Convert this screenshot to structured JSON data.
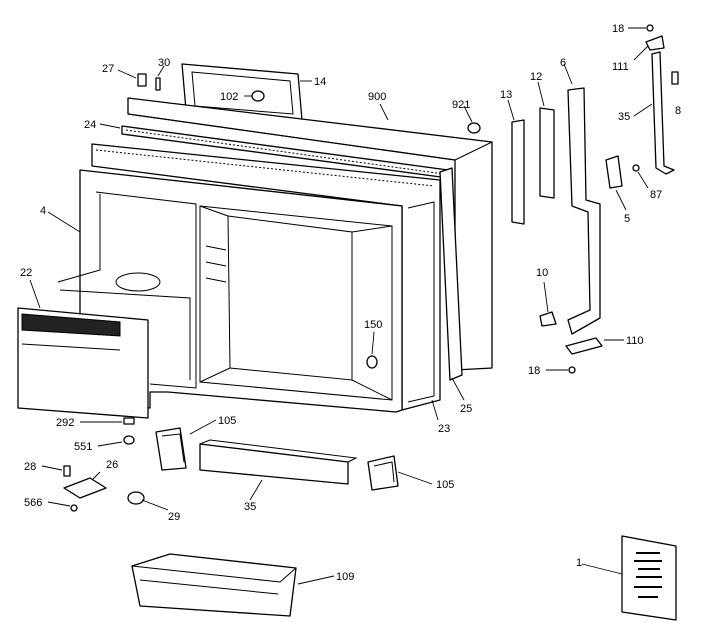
{
  "callouts": [
    {
      "label": "18"
    },
    {
      "label": "111"
    },
    {
      "label": "35"
    },
    {
      "label": "8"
    },
    {
      "label": "27"
    },
    {
      "label": "30"
    },
    {
      "label": "14"
    },
    {
      "label": "102"
    },
    {
      "label": "900"
    },
    {
      "label": "921"
    },
    {
      "label": "13"
    },
    {
      "label": "12"
    },
    {
      "label": "6"
    },
    {
      "label": "24"
    },
    {
      "label": "87"
    },
    {
      "label": "5"
    },
    {
      "label": "4"
    },
    {
      "label": "22"
    },
    {
      "label": "10"
    },
    {
      "label": "150"
    },
    {
      "label": "110"
    },
    {
      "label": "18"
    },
    {
      "label": "25"
    },
    {
      "label": "23"
    },
    {
      "label": "105"
    },
    {
      "label": "292"
    },
    {
      "label": "551"
    },
    {
      "label": "28"
    },
    {
      "label": "26"
    },
    {
      "label": "566"
    },
    {
      "label": "35"
    },
    {
      "label": "29"
    },
    {
      "label": "105"
    },
    {
      "label": "109"
    },
    {
      "label": "1"
    }
  ]
}
